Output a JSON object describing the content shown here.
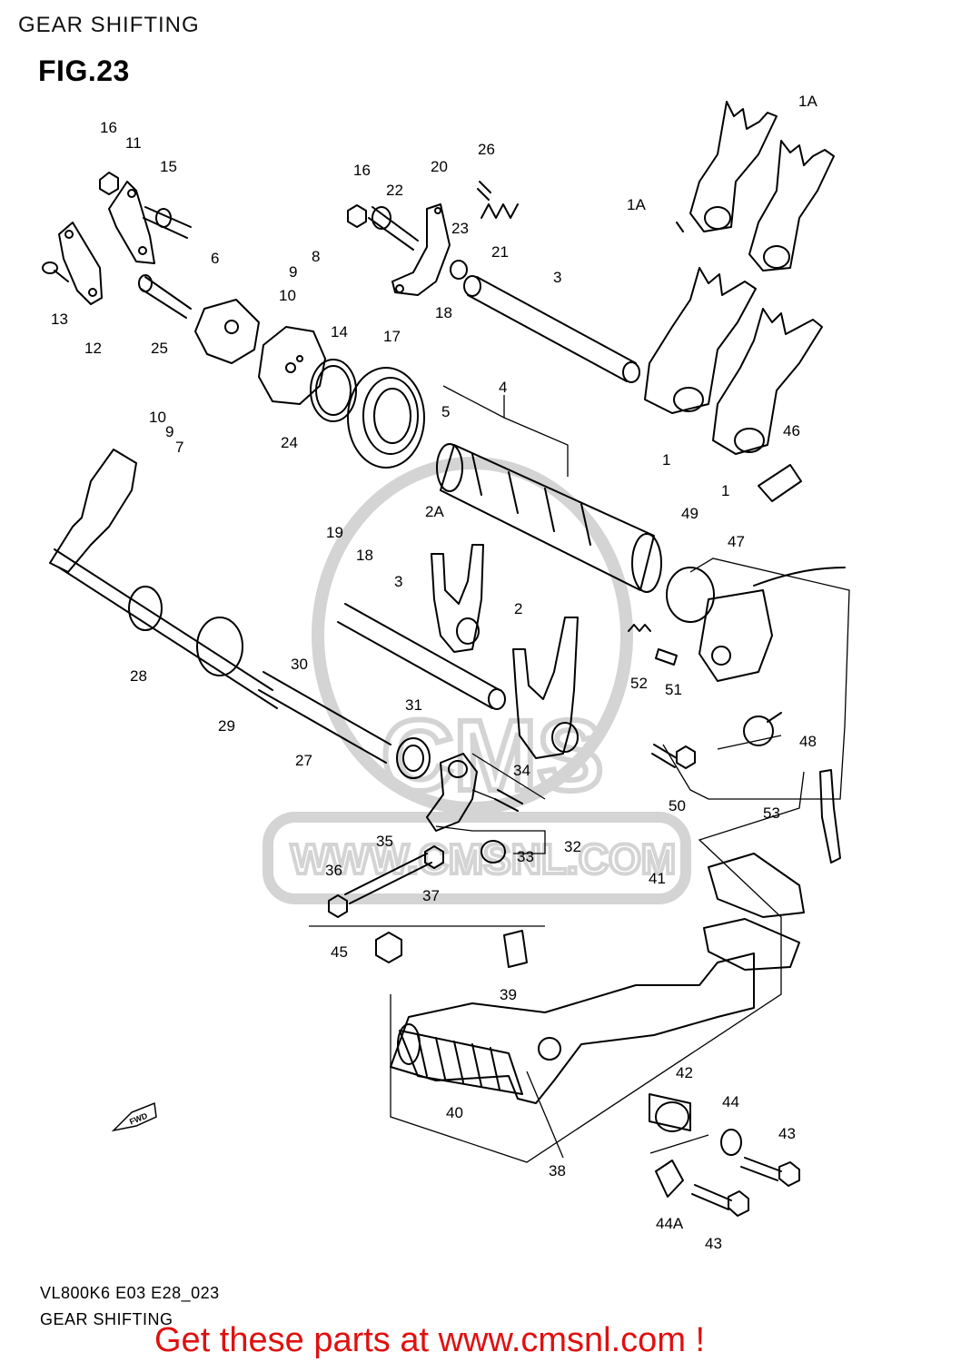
{
  "header": {
    "title": "GEAR SHIFTING"
  },
  "figure": {
    "label": "FIG.23"
  },
  "watermark": {
    "text": "WWW.CMSNL.COM",
    "logo_text": "CMS",
    "color": "#d4d4d4"
  },
  "callouts": [
    "1A",
    "1A",
    "16",
    "11",
    "15",
    "13",
    "12",
    "6",
    "8",
    "9",
    "10",
    "25",
    "16",
    "22",
    "20",
    "26",
    "23",
    "21",
    "3",
    "18",
    "14",
    "17",
    "10",
    "9",
    "7",
    "24",
    "5",
    "4",
    "1",
    "1",
    "46",
    "19",
    "18",
    "2A",
    "3",
    "2",
    "49",
    "47",
    "52",
    "51",
    "48",
    "28",
    "30",
    "29",
    "31",
    "27",
    "34",
    "50",
    "53",
    "35",
    "32",
    "33",
    "36",
    "37",
    "41",
    "45",
    "39",
    "40",
    "42",
    "44",
    "43",
    "38",
    "44A",
    "43"
  ],
  "fwd_label": "FWD",
  "footer": {
    "model_code": "VL800K6 E03 E28_023",
    "title": "GEAR SHIFTING"
  },
  "promo": {
    "text": "Get these parts at www.cmsnl.com !",
    "color": "#e01010"
  }
}
